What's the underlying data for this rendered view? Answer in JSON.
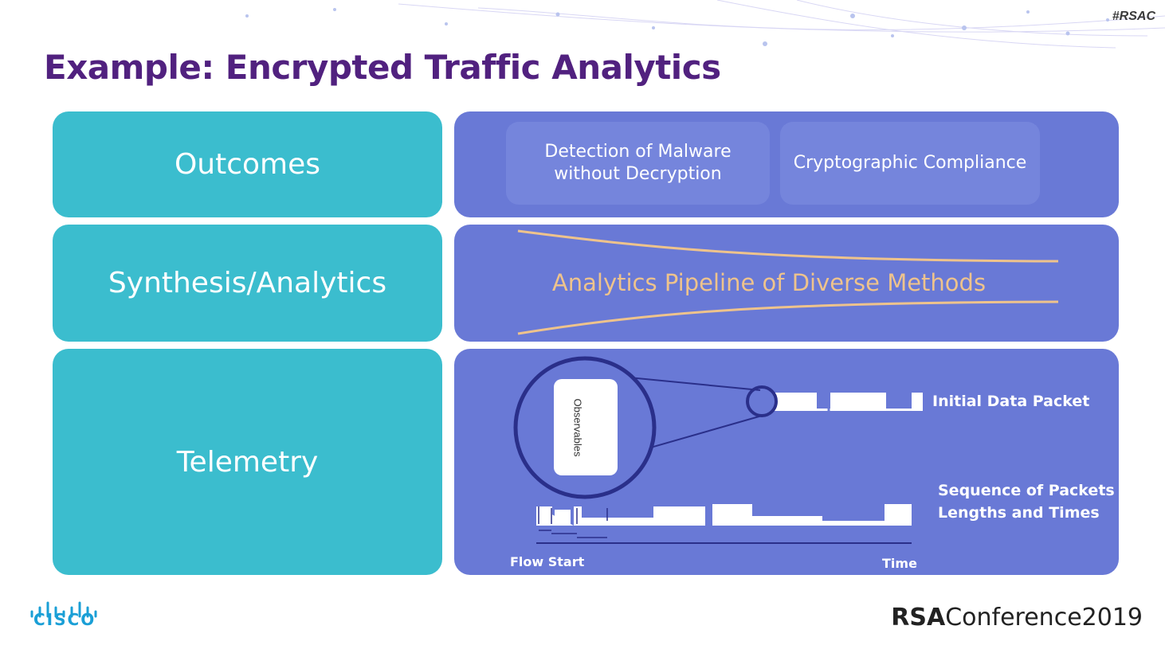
{
  "header": {
    "hashtag": "#RSAC",
    "title": "Example: Encrypted Traffic Analytics"
  },
  "layers": [
    {
      "label": "Outcomes"
    },
    {
      "label": "Synthesis/Analytics"
    },
    {
      "label": "Telemetry"
    }
  ],
  "outcomes": {
    "box1_line1": "Detection of Malware",
    "box1_line2": "without Decryption",
    "box2": "Cryptographic Compliance"
  },
  "analytics": {
    "pipeline": "Analytics Pipeline of Diverse Methods"
  },
  "telemetry": {
    "observables": "Observables",
    "initial_packet": "Initial Data Packet",
    "sequence_line1": "Sequence of Packets",
    "sequence_line2": "Lengths and Times",
    "flow_start": "Flow Start",
    "time": "Time"
  },
  "footer": {
    "logo_icon": "cisco-logo",
    "cisco_word": "CISCO",
    "conf_rsa": "RSA",
    "conf_rest": "Conference2019"
  },
  "colors": {
    "title": "#51217f",
    "teal": "#3bbdce",
    "blue": "#6979d6",
    "pipeline": "#eec38c"
  }
}
